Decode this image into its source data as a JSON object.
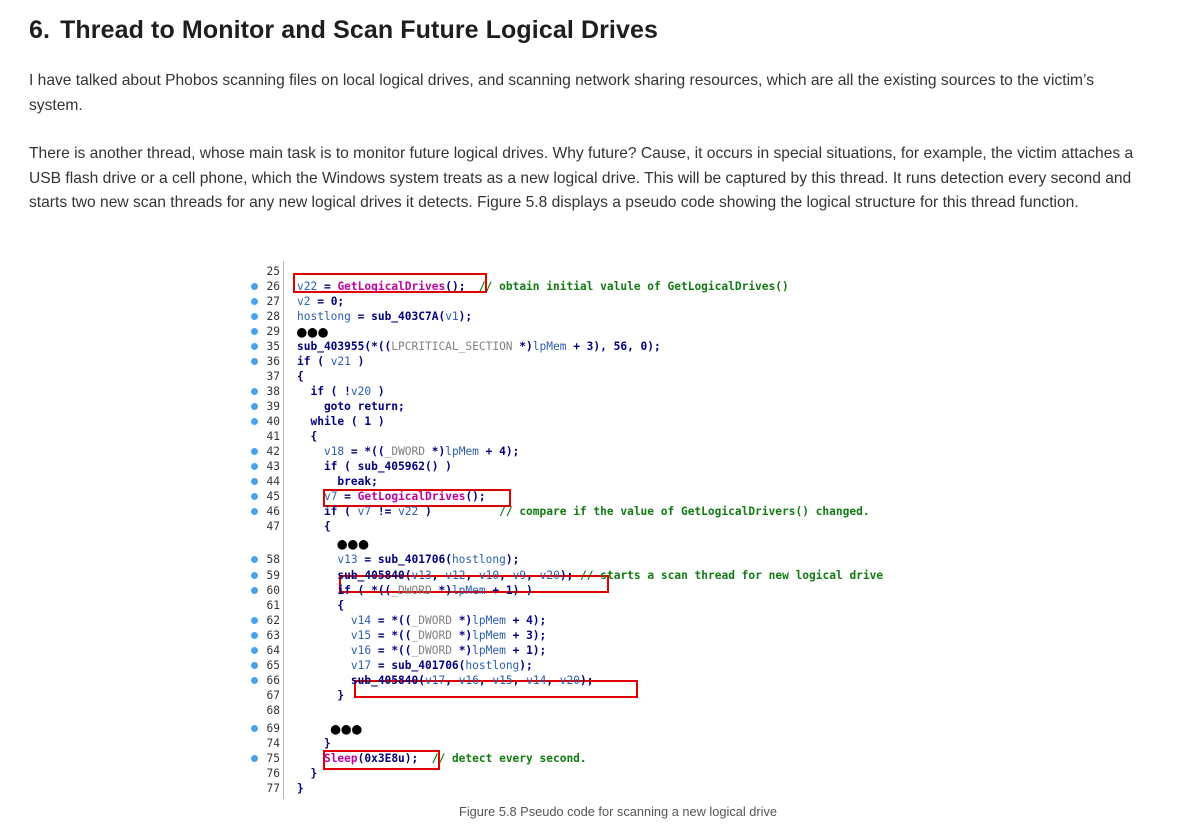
{
  "heading": {
    "number": "6.",
    "title": "Thread to Monitor and Scan Future Logical Drives"
  },
  "paragraphs": [
    "I have talked about Phobos scanning files on local logical drives, and scanning network sharing resources, which are all the existing sources to the victim’s system.",
    "There is another thread, whose main task is to monitor future logical drives. Why future? Cause, it occurs in special situations, for example, the victim attaches a USB flash drive or a cell phone, which the Windows system treats as a new logical drive. This will be captured by this thread. It runs detection every second and starts two new scan threads for any new logical drives it detects. Figure 5.8 displays a pseudo code showing the logical structure for this thread function."
  ],
  "code": {
    "lines": [
      {
        "n": "25",
        "dot": false,
        "text": ""
      },
      {
        "n": "26",
        "dot": true,
        "text": "v22 = GetLogicalDrives();  // obtain initial valule of GetLogicalDrives()"
      },
      {
        "n": "27",
        "dot": true,
        "text": "v2 = 0;"
      },
      {
        "n": "28",
        "dot": true,
        "text": "hostlong = sub_403C7A(v1);"
      },
      {
        "n": "29",
        "dot": true,
        "text": "●●●"
      },
      {
        "n": "35",
        "dot": true,
        "text": "sub_403955(*((LPCRITICAL_SECTION *)lpMem + 3), 56, 0);"
      },
      {
        "n": "36",
        "dot": true,
        "text": "if ( v21 )"
      },
      {
        "n": "37",
        "dot": false,
        "text": "{"
      },
      {
        "n": "38",
        "dot": true,
        "text": "  if ( !v20 )"
      },
      {
        "n": "39",
        "dot": true,
        "text": "    goto return;"
      },
      {
        "n": "40",
        "dot": true,
        "text": "  while ( 1 )"
      },
      {
        "n": "41",
        "dot": false,
        "text": "  {"
      },
      {
        "n": "42",
        "dot": true,
        "text": "    v18 = *((_DWORD *)lpMem + 4);"
      },
      {
        "n": "43",
        "dot": true,
        "text": "    if ( sub_405962() )"
      },
      {
        "n": "44",
        "dot": true,
        "text": "      break;"
      },
      {
        "n": "45",
        "dot": true,
        "text": "    v7 = GetLogicalDrives();"
      },
      {
        "n": "46",
        "dot": true,
        "text": "    if ( v7 != v22 )          // compare if the value of GetLogicalDrivers() changed."
      },
      {
        "n": "47",
        "dot": false,
        "text": "    {"
      },
      {
        "n": "",
        "dot": false,
        "text": "      ●●●"
      },
      {
        "n": "58",
        "dot": true,
        "text": "      v13 = sub_401706(hostlong);"
      },
      {
        "n": "59",
        "dot": true,
        "text": "      sub_405840(v13, v12, v10, v9, v20); // starts a scan thread for new logical drive"
      },
      {
        "n": "60",
        "dot": true,
        "text": "      if ( *((_DWORD *)lpMem + 1) )"
      },
      {
        "n": "61",
        "dot": false,
        "text": "      {"
      },
      {
        "n": "62",
        "dot": true,
        "text": "        v14 = *((_DWORD *)lpMem + 4);"
      },
      {
        "n": "63",
        "dot": true,
        "text": "        v15 = *((_DWORD *)lpMem + 3);"
      },
      {
        "n": "64",
        "dot": true,
        "text": "        v16 = *((_DWORD *)lpMem + 1);"
      },
      {
        "n": "65",
        "dot": true,
        "text": "        v17 = sub_401706(hostlong);"
      },
      {
        "n": "66",
        "dot": true,
        "text": "        sub_405840(v17, v16, v15, v14, v20);"
      },
      {
        "n": "67",
        "dot": false,
        "text": "      }"
      },
      {
        "n": "68",
        "dot": false,
        "text": ""
      },
      {
        "n": "69",
        "dot": true,
        "text": "     ●●●"
      },
      {
        "n": "74",
        "dot": false,
        "text": "    }"
      },
      {
        "n": "75",
        "dot": true,
        "text": "    Sleep(0x3E8u);  // detect every second."
      },
      {
        "n": "76",
        "dot": false,
        "text": "  }"
      },
      {
        "n": "77",
        "dot": false,
        "text": "}"
      }
    ]
  },
  "caption": "Figure 5.8 Pseudo code for scanning a new logical drive"
}
